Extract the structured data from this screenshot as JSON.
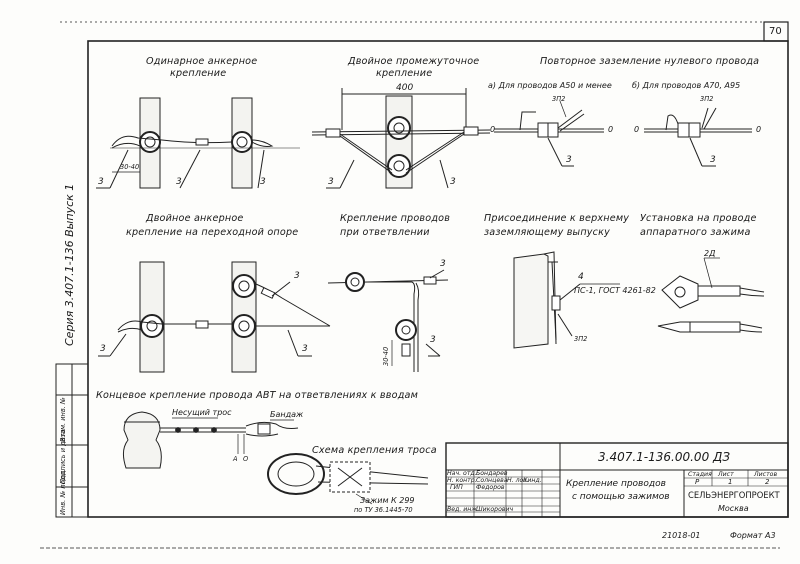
{
  "sheet_number": "70",
  "side_series": "Серия 3.407.1-136 Выпуск 1",
  "side_stamp": [
    "Инв. № подл.",
    "Подпись и дата",
    "Взам. инв. №"
  ],
  "captions": {
    "single_anchor": [
      "Одинарное анкерное",
      "крепление"
    ],
    "double_intermediate": [
      "Двойное промежуточное",
      "крепление"
    ],
    "regrounding": "Повторное заземление нулевого провода",
    "regrounding_a": "а) Для проводов А50 и менее",
    "regrounding_b": "б) Для проводов А70, А95",
    "double_anchor_transition": [
      "Двойное анкерное",
      "крепление на переходной опоре"
    ],
    "branch_fastening": [
      "Крепление проводов",
      "при ответвлении"
    ],
    "ground_connection": [
      "Присоединение к верхнему",
      "заземляющему выпуску"
    ],
    "apparatus_clamp": [
      "Установка на проводе",
      "аппаратного зажима"
    ],
    "end_fastening": "Концевое крепление провода АВТ на ответвлениях к вводам",
    "cable_scheme": "Схема крепления троса"
  },
  "labels": {
    "three": "3",
    "zero": "0",
    "dim_400": "400",
    "dim_30_40": "30-40",
    "three_p2": "3П2",
    "twenty_d": "2Д",
    "four": "4",
    "ps_gost": "ПС-1, ГОСТ 4261-82",
    "a": "А",
    "o": "О",
    "carrier_cable": "Несущий трос",
    "bandage": "Бандаж",
    "clamp_k299": "Зажим К 299",
    "tu": "по ТУ 36.1445-70"
  },
  "title_block": {
    "code": "3.407.1-136.00.00 ДЗ",
    "title_lines": [
      "Крепление проводов",
      "с помощью зажимов"
    ],
    "stage_header": "Стадия",
    "sheet_header": "Лист",
    "sheets_header": "Листов",
    "stage": "Р",
    "sheet": "1",
    "sheets": "2",
    "organization": "СЕЛЬЭНЕРГОПРОЕКТ",
    "city": "Москва",
    "rows": [
      {
        "role": "Нач. отд.",
        "name": "Бондарев"
      },
      {
        "role": "Н. контр.",
        "name": "Солнцева"
      },
      {
        "role": "ГИП",
        "name": "Федоров"
      },
      {
        "role": "",
        "name": ""
      },
      {
        "role": "Вед. инж.",
        "name": "Шикорович"
      }
    ],
    "extra_names": [
      "Н. лоз.",
      "Кинд."
    ]
  },
  "footer": {
    "order_number": "21018-01",
    "format": "Формат А3"
  }
}
